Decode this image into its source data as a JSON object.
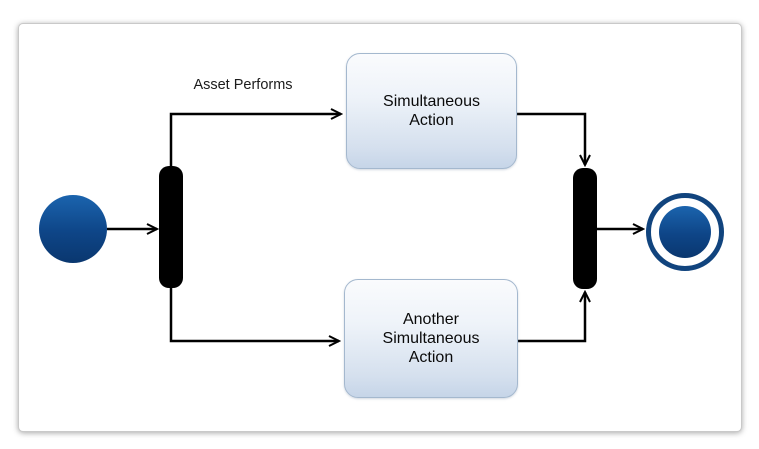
{
  "diagram": {
    "edge_label": "Asset Performs",
    "actions": [
      {
        "label": "Simultaneous\nAction"
      },
      {
        "label": "Another\nSimultaneous\nAction"
      }
    ]
  },
  "colors": {
    "line_color": "#000000",
    "bar_black": "#000000",
    "card_border": "#c9c9c9",
    "node_blue_top": "#1b64ae",
    "node_blue_bottom": "#0a376f",
    "final_ring": "#11447e",
    "action_border": "#a4b8ce",
    "action_fill_top": "#fafbfd",
    "action_fill_bottom": "#c6d5e8"
  }
}
